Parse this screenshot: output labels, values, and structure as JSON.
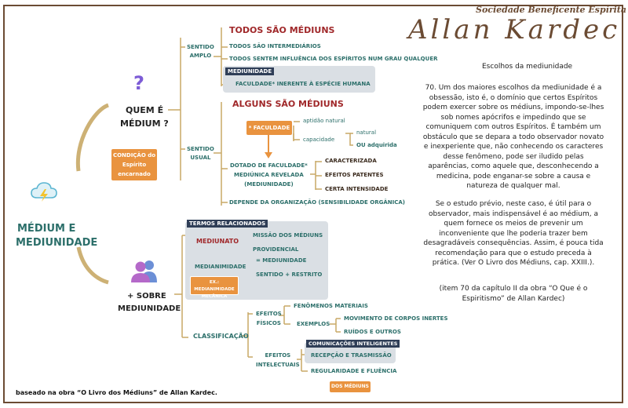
{
  "header": {
    "society": "Sociedade Beneficente Espírita",
    "logo_text": "Allan Kardec"
  },
  "root": {
    "label_line1": "MÉDIUM E",
    "label_line2": "MEDIUNIDADE",
    "icon": "cloud-lightning-icon"
  },
  "quem": {
    "icon": "question-mark-icon",
    "label_line1": "QUEM É",
    "label_line2": "MÉDIUM ?",
    "condicao": [
      "CONDIÇÃO do",
      "Espírito",
      "encarnado"
    ],
    "sentido_amplo": [
      "SENTIDO",
      "AMPLO"
    ],
    "todos_title": "TODOS SÃO MÉDIUNS",
    "todos_items": [
      "TODOS SÃO INTERMEDIÁRIOS",
      "TODOS SENTEM INFLUÊNCIA DOS ESPÍRITOS NUM GRAU QUALQUER"
    ],
    "mediunidade_tag": "MEDIUNIDADE",
    "faculdade_inerente": "FACULDADE* INERENTE À ESPÉCIE HUMANA",
    "sentido_usual": [
      "SENTIDO",
      "USUAL"
    ],
    "alguns_title": "ALGUNS SÃO MÉDIUNS",
    "faculdade_box": "* FACULDADE",
    "aptidao": "aptidão natural",
    "capacidade": "capacidade",
    "natural": "natural",
    "adquirida": "OU adquirida",
    "dotado": [
      "DOTADO DE FACULDADE*",
      "MEDIÚNICA REVELADA",
      "(MEDIUNIDADE)"
    ],
    "caracteristicas": [
      "CARACTERIZADA",
      "EFEITOS PATENTES",
      "CERTA INTENSIDADE"
    ],
    "depende": "DEPENDE DA ORGANIZAÇÃO (SENSIBILIDADE ORGÂNICA)"
  },
  "sobre": {
    "icon": "people-icon",
    "label_line1": "+ SOBRE",
    "label_line2": "MEDIUNIDADE",
    "termos_tag": "TERMOS RELACIONADOS",
    "mediunato": "MEDIUNATO",
    "mediunato_items": [
      "MISSÃO DOS MÉDIUNS",
      "PROVIDENCIAL"
    ],
    "medianimidade": "MEDIANIMIDADE",
    "medianimidade_items": [
      "= MEDIUNIDADE",
      "SENTIDO + RESTRITO"
    ],
    "ex_box": [
      "EX.: MEDIANIMIDADE",
      "MECÂNICA"
    ],
    "classificacao": "CLASSIFICAÇÃO",
    "efeitos_fisicos": [
      "EFEITOS",
      "FÍSICOS"
    ],
    "fenomenos": "FENÔMENOS MATERIAIS",
    "exemplos": "EXEMPLOS",
    "exemplos_items": [
      "MOVIMENTO DE CORPOS INERTES",
      "RUÍDOS E OUTROS"
    ],
    "efeitos_intelectuais": [
      "EFEITOS",
      "INTELECTUAIS"
    ],
    "comunicacoes_tag": "COMUNICAÇÕES INTELIGENTES",
    "recepcao": "RECEPÇÃO E TRASMISSÃO",
    "regularidade": "REGULARIDADE E FLUÊNCIA",
    "dos_mediuns": "DOS MÉDIUNS"
  },
  "text_panel": {
    "title": "Escolhos da mediunidade",
    "para1": "70. Um dos maiores escolhos da mediunidade é a obsessão, isto é, o domínio que certos Espíritos podem exercer sobre os médiuns, impondo-se-lhes sob nomes apócrifos e impedindo que se comuniquem com outros Espíritos. É também um obstáculo que se depara a todo observador novato e inexperiente que, não conhecendo os caracteres desse fenômeno, pode ser iludido pelas aparências, como aquele que, desconhecendo a medicina, pode enganar-se sobre a causa e natureza de qualquer mal.",
    "para2": "Se o estudo prévio, neste caso, é útil para o observador, mais indispensável é ao médium, a quem fornece os meios de prevenir um inconveniente que lhe poderia trazer bem desagradáveis consequências. Assim, é pouca tida recomendação para que o estudo preceda à prática. (Ver O Livro dos Médiuns, cap. XXIII.).",
    "para3": "(item 70 da capítulo II da obra “O Que é o Espiritismo” de Allan Kardec)"
  },
  "footer": "baseado na obra “O Livro dos  Médiuns” de Allan Kardec.",
  "colors": {
    "teal": "#2c6f6a",
    "red": "#a0282a",
    "orange": "#e9933f",
    "navy": "#2f3e57",
    "gold": "#c8a866",
    "brown": "#6b4b33"
  }
}
